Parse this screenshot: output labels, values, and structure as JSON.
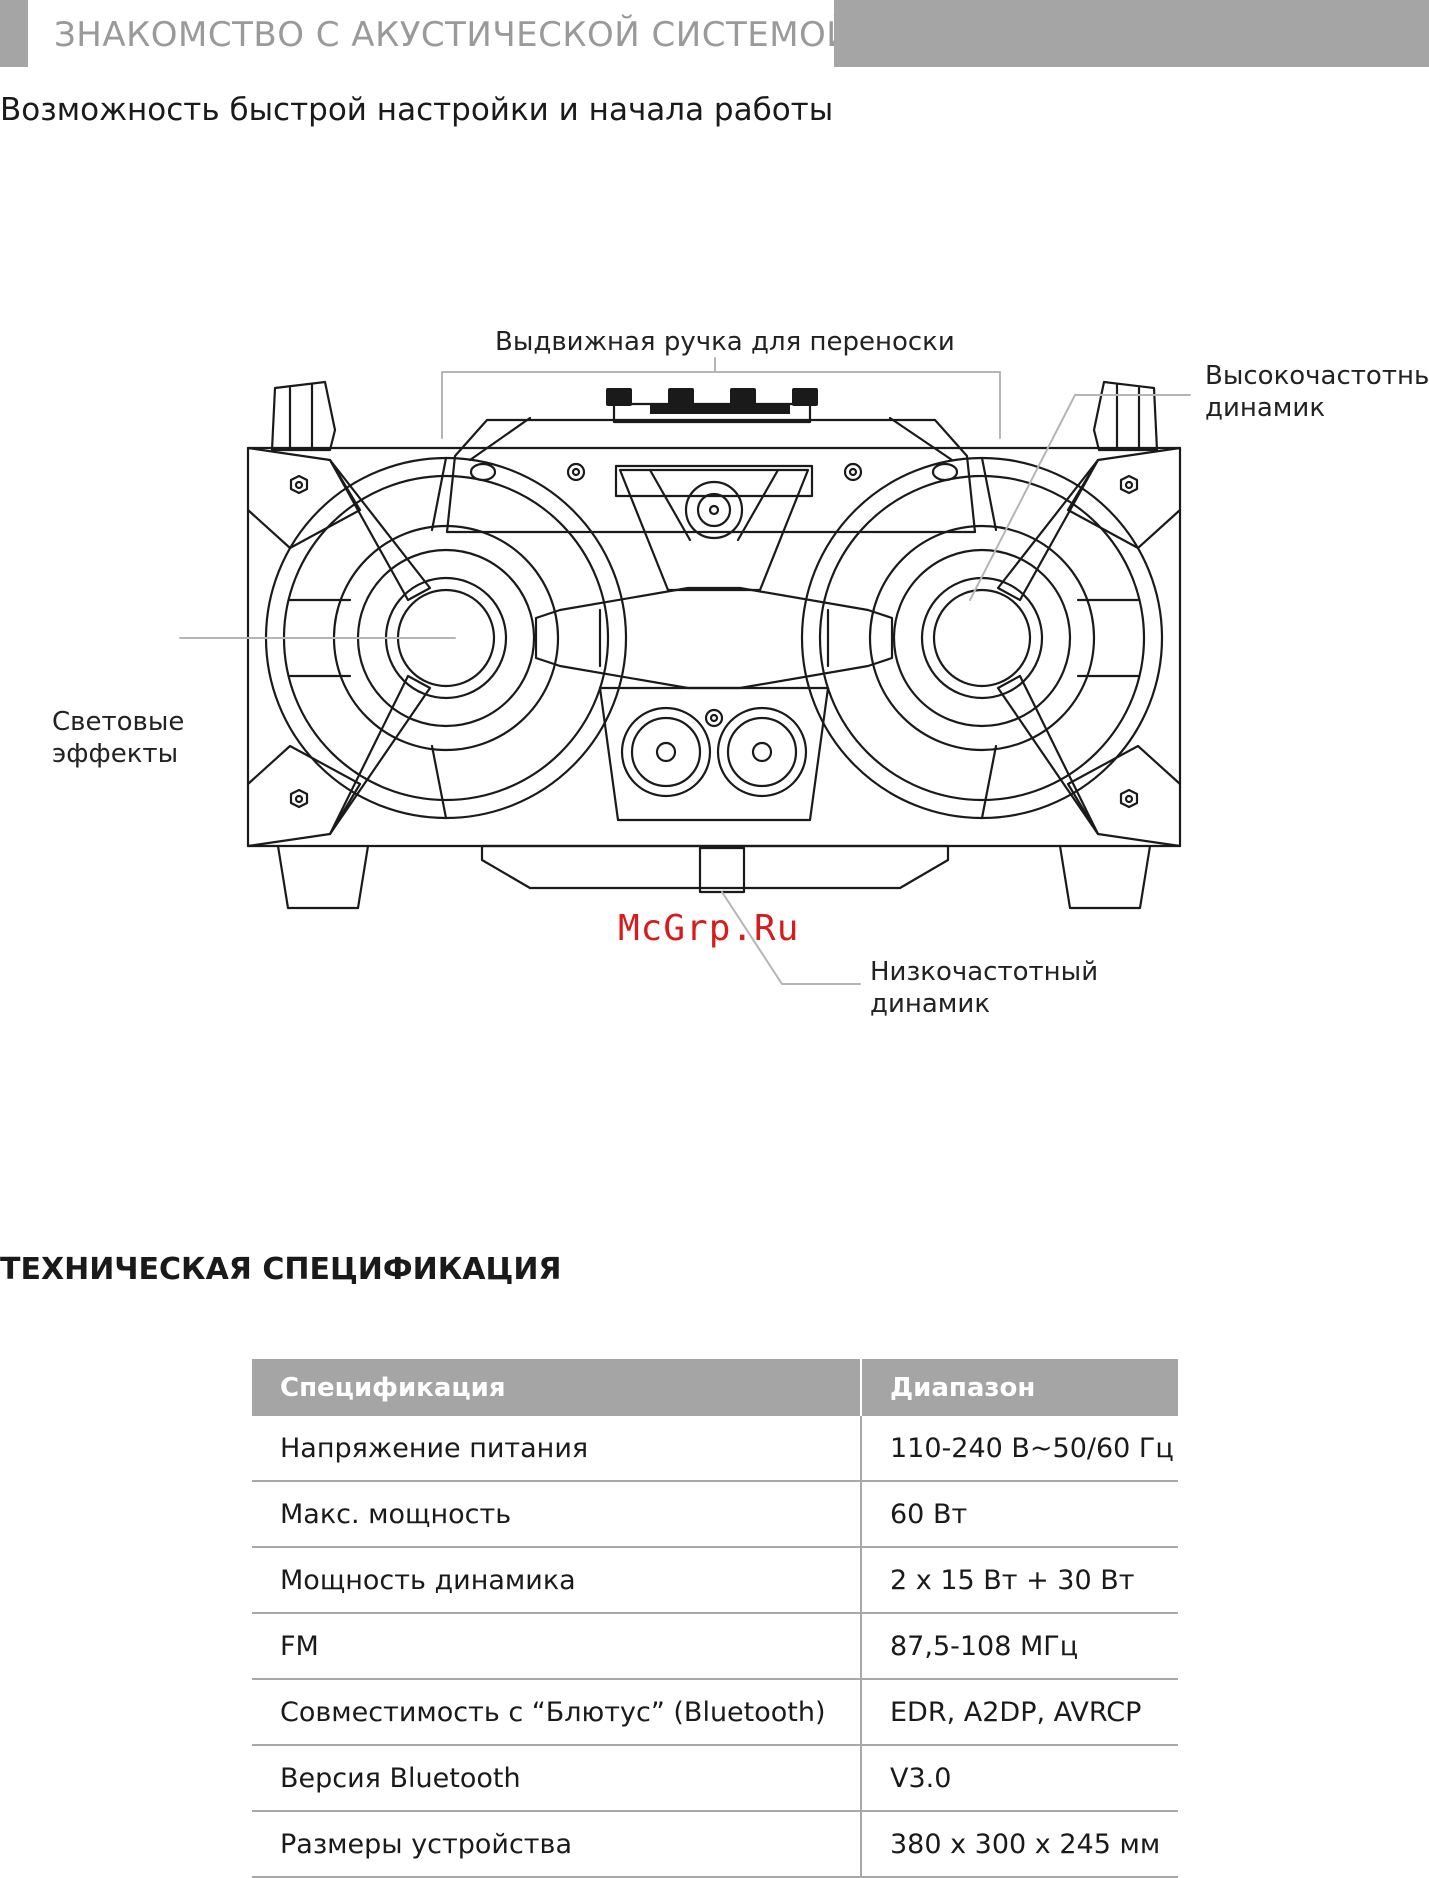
{
  "header": {
    "title": "ЗНАКОМСТВО С АКУСТИЧЕСКОЙ СИСТЕМОЙ"
  },
  "subtitle": "Возможность быстрой настройки и начала работы",
  "diagram": {
    "labels": {
      "handle": "Выдвижная ручка для переноски",
      "tweeter_line1": "Высокочастотный",
      "tweeter_line2": "динамик",
      "lights_line1": "Световые",
      "lights_line2": "эффекты",
      "woofer_line1": "Низкочастотный",
      "woofer_line2": "динамик"
    },
    "watermark": "McGrp.Ru"
  },
  "specs": {
    "heading": "ТЕХНИЧЕСКАЯ СПЕЦИФИКАЦИЯ",
    "columns": [
      "Спецификация",
      "Диапазон"
    ],
    "rows": [
      [
        "Напряжение питания",
        "110-240 В~50/60 Гц"
      ],
      [
        "Макс. мощность",
        "60 Вт"
      ],
      [
        "Мощность динамика",
        "2 x 15 Вт + 30 Вт"
      ],
      [
        "FM",
        "87,5-108 МГц"
      ],
      [
        "Совместимость с “Блютус” (Bluetooth)",
        "EDR, A2DP, AVRCP"
      ],
      [
        "Версия Bluetooth",
        "V3.0"
      ],
      [
        "Размеры устройства",
        "380 x 300 x 245 мм"
      ]
    ]
  }
}
